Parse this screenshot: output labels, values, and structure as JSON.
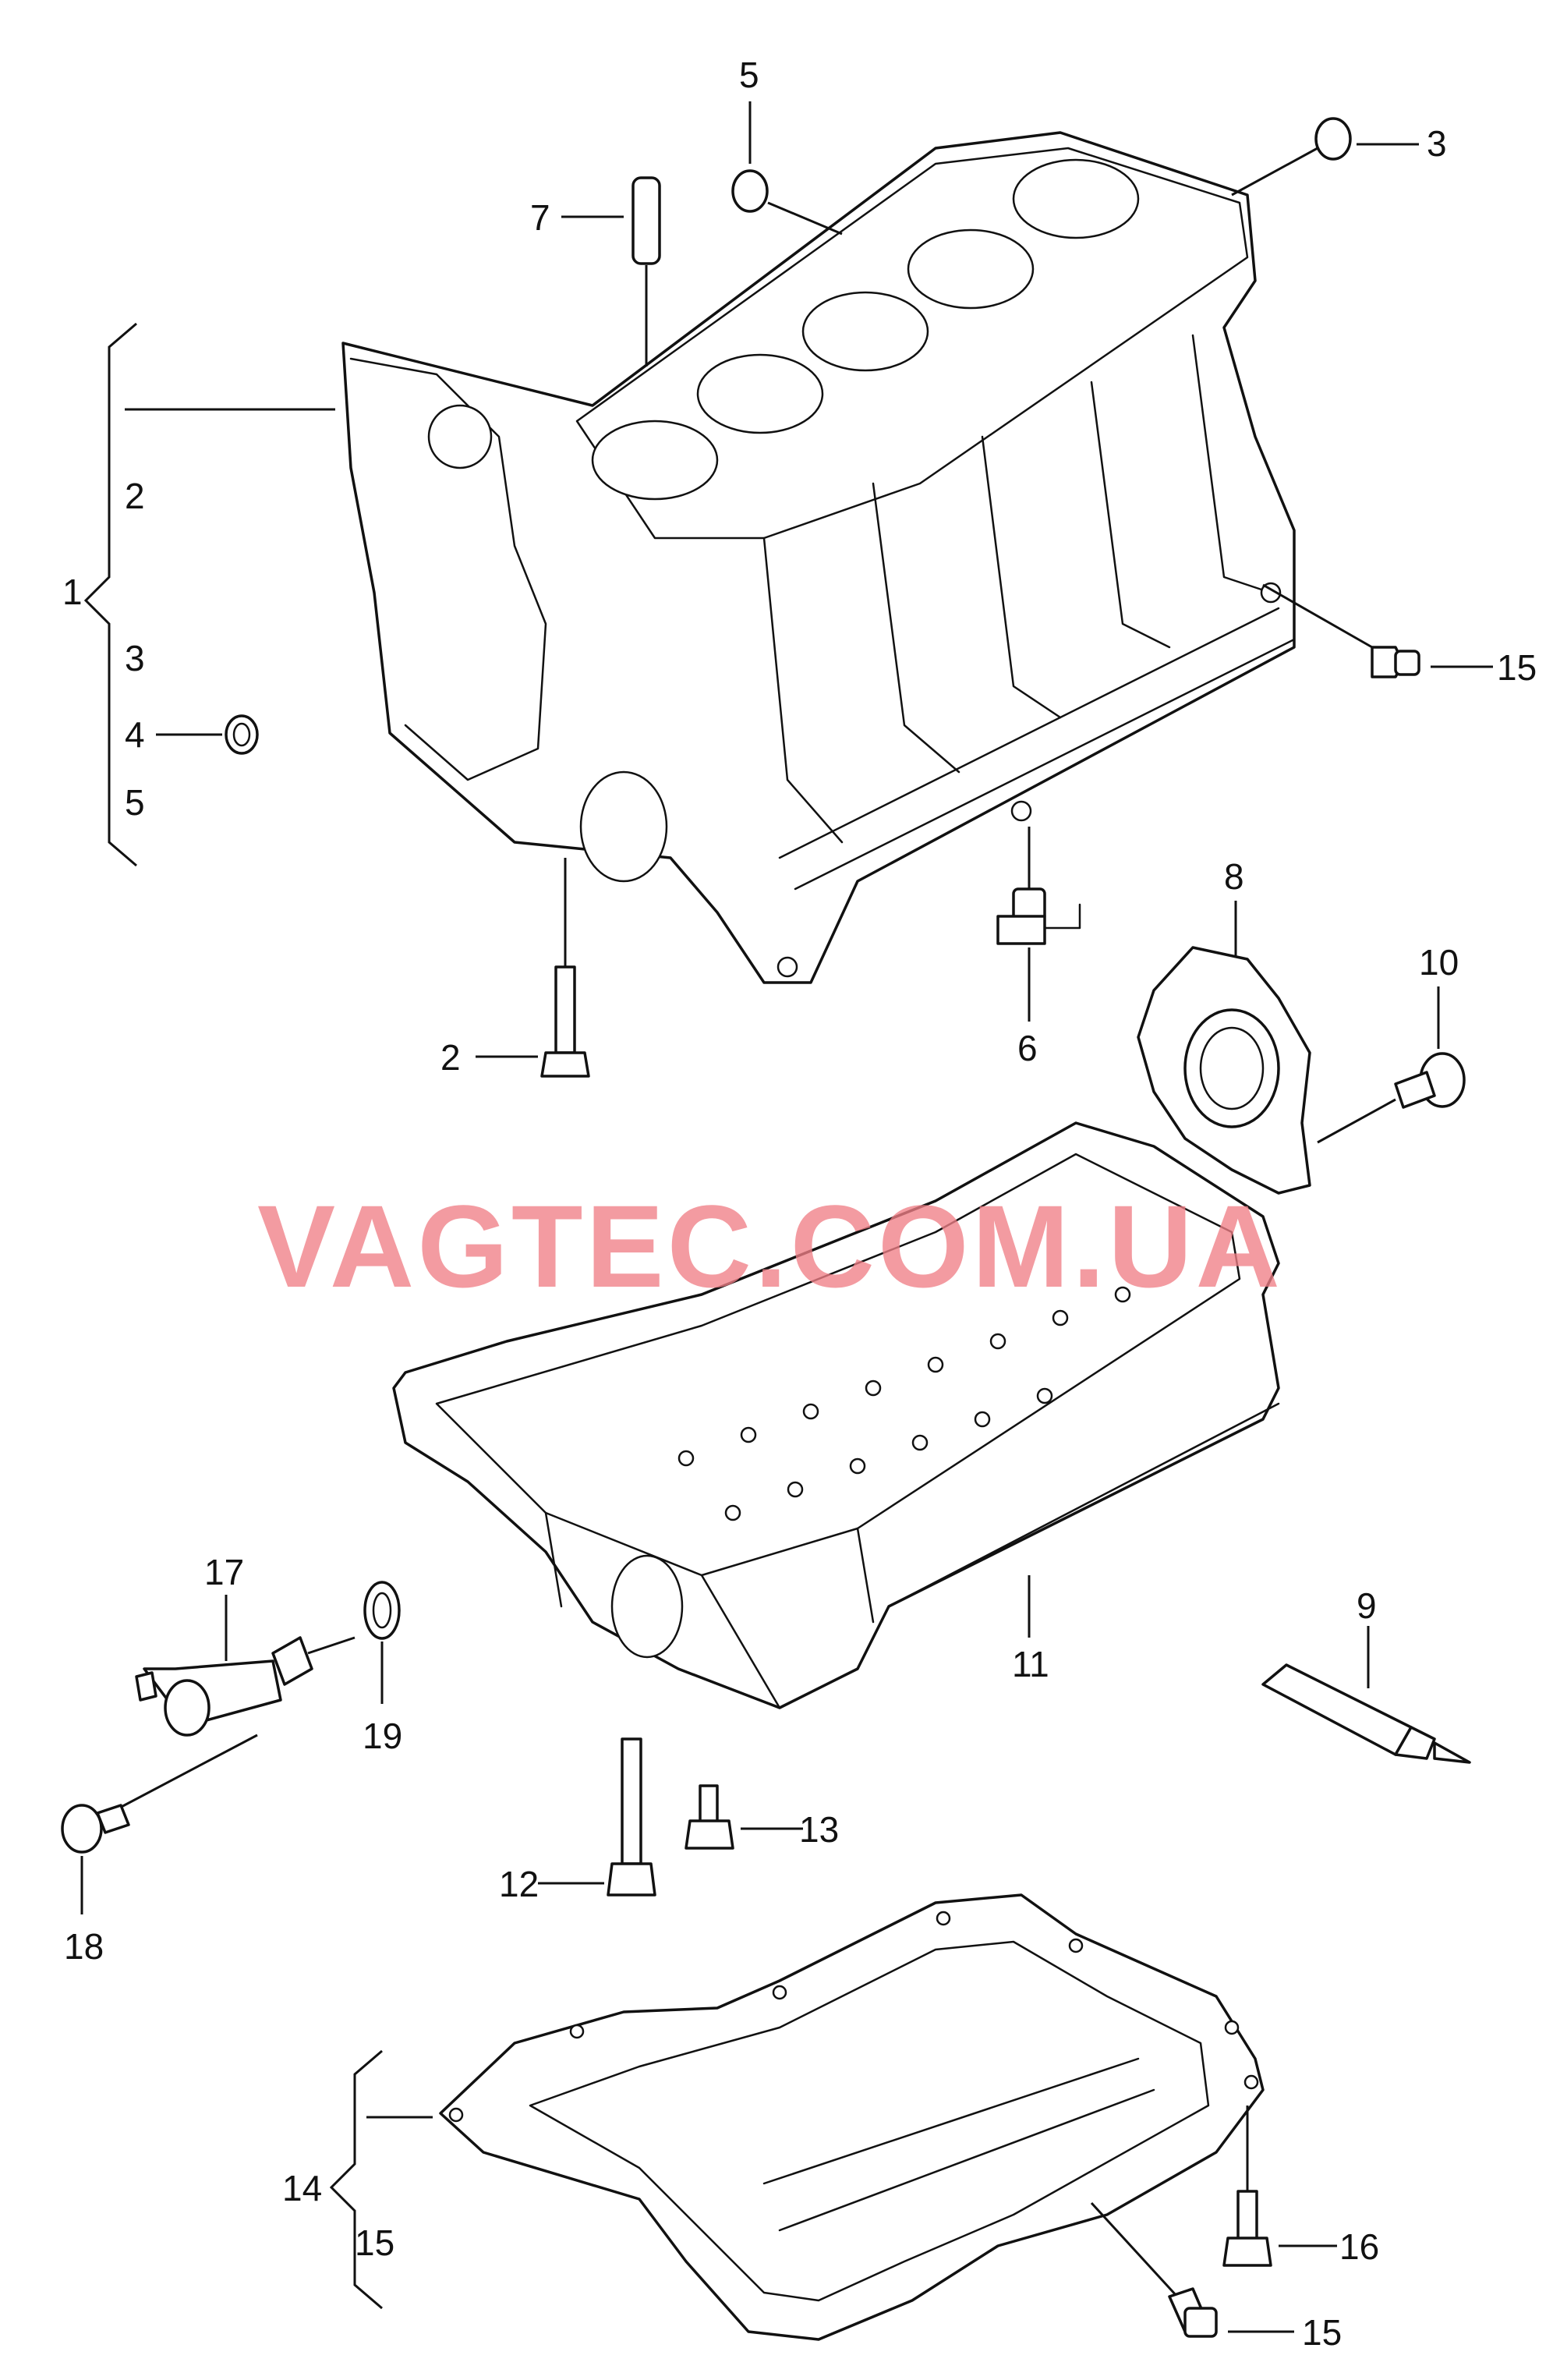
{
  "watermark": "VAGTEC.COM.UA",
  "callouts": {
    "c1": "1",
    "c1_2": "2",
    "c1_3": "3",
    "c1_4": "4",
    "c1_5": "5",
    "c2": "2",
    "c3": "3",
    "c5": "5",
    "c6": "6",
    "c7": "7",
    "c8": "8",
    "c9": "9",
    "c10": "10",
    "c11": "11",
    "c12": "12",
    "c13": "13",
    "c14": "14",
    "c14_15": "15",
    "c15_top": "15",
    "c15_bottom": "15",
    "c16": "16",
    "c17": "17",
    "c18": "18",
    "c19": "19"
  },
  "colors": {
    "line": "#111111",
    "watermark": "#f07f86",
    "background": "#ffffff"
  }
}
